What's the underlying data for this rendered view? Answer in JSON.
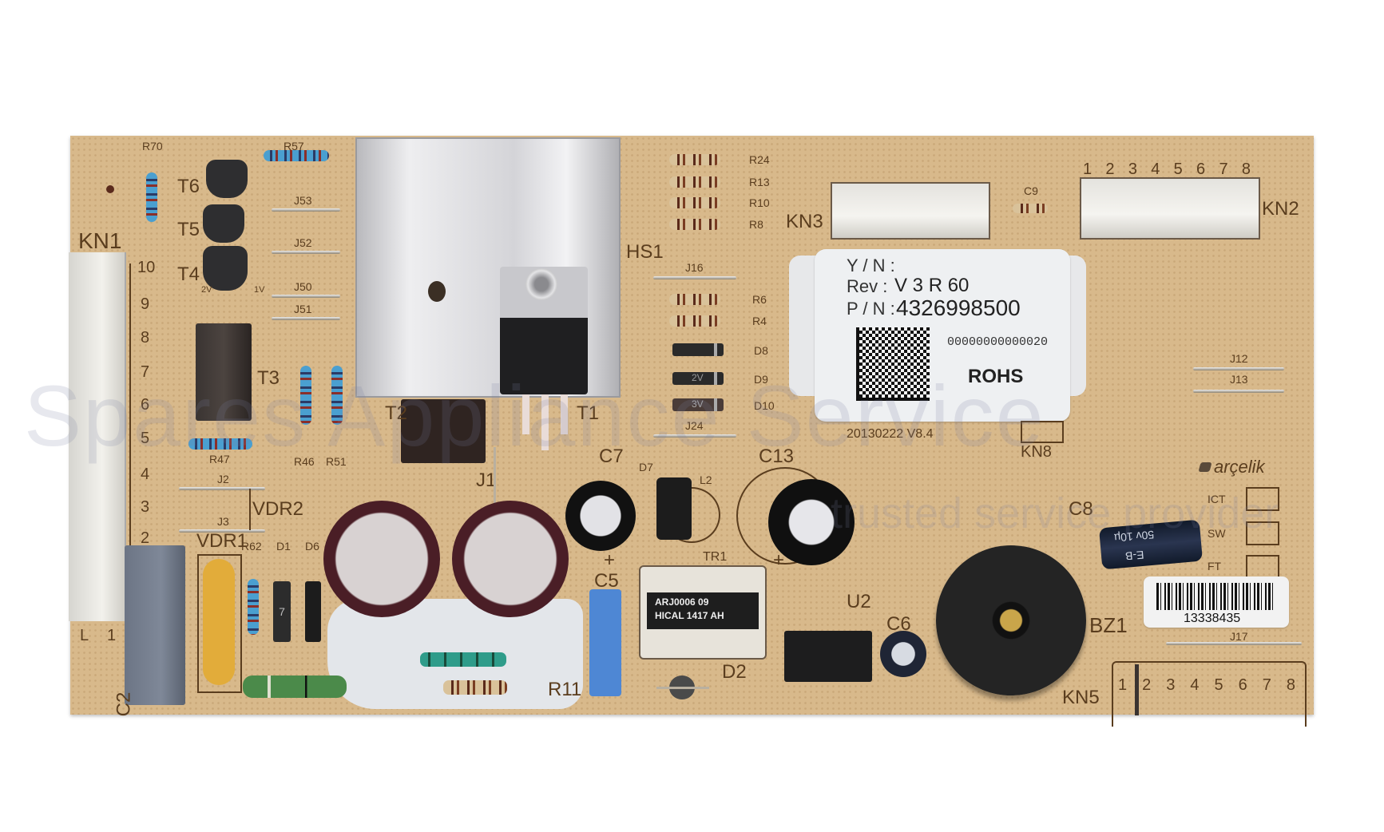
{
  "board": {
    "brand": "arçelik",
    "pcb_code": "20130222  V8.4"
  },
  "designators": {
    "KN1": "KN1",
    "KN2": "KN2",
    "KN3": "KN3",
    "KN5": "KN5",
    "KN8": "KN8",
    "R70": "R70",
    "R57": "R57",
    "T6": "T6",
    "T5": "T5",
    "T4": "T4",
    "T3": "T3",
    "T2": "T2",
    "T1": "T1",
    "J53": "J53",
    "J52": "J52",
    "J50": "J50",
    "J51": "J51",
    "R46": "R46",
    "R51": "R51",
    "R47": "R47",
    "HS1": "HS1",
    "R24": "R24",
    "R13": "R13",
    "R10": "R10",
    "R8": "R8",
    "J16": "J16",
    "R6": "R6",
    "R4": "R4",
    "D8": "D8",
    "D9": "D9",
    "D10": "D10",
    "J24": "J24",
    "C9": "C9",
    "J12": "J12",
    "J13": "J13",
    "J17": "J17",
    "J1": "J1",
    "J2": "J2",
    "J3": "J3",
    "VDR1": "VDR1",
    "VDR2": "VDR2",
    "R62": "R62",
    "D1": "D1",
    "D6": "D6",
    "C2": "C2",
    "R11": "R11",
    "C5": "C5",
    "C7": "C7",
    "D7": "D7",
    "L2": "L2",
    "C13": "C13",
    "TR1": "TR1",
    "D2": "D2",
    "U2": "U2",
    "C6": "C6",
    "C8": "C8",
    "BZ1": "BZ1"
  },
  "kn1_pins": [
    "10",
    "9",
    "8",
    "7",
    "6",
    "5",
    "4",
    "3",
    "2",
    "1"
  ],
  "kn1_line_label": "L",
  "kn2_pins": [
    "1",
    "2",
    "3",
    "4",
    "5",
    "6",
    "7",
    "8"
  ],
  "kn5_pins": [
    "1",
    "2",
    "3",
    "4",
    "5",
    "6",
    "7",
    "8"
  ],
  "transistor_marks": {
    "pin1": "1V",
    "pin2": "2V"
  },
  "sticker": {
    "yn_label": "Y / N :",
    "rev_label": "Rev :",
    "rev_value": "V 3 R 60",
    "pn_label": "P / N :",
    "pn_value": "4326998500",
    "serial": "00000000000020",
    "rohs": "ROHS"
  },
  "barcode_label": {
    "number": "13338435"
  },
  "test_boxes": [
    "ICT",
    "SW",
    "FT"
  ],
  "transformer_marking": [
    "ARJ0006 09",
    "HICAL 1417 AH"
  ],
  "capacitor_marking": {
    "c8_rating": "50v 10µ",
    "c8_series": "E-B"
  },
  "diode_marks": {
    "d9": "2V",
    "d10": "3V",
    "d1": "7"
  },
  "watermark": {
    "line1": "Spares Appliance Service",
    "line2": "trusted service provider"
  },
  "colors": {
    "board": "#d8b98b",
    "silkscreen": "#5a3d1e",
    "heatsink": "#d9d9dc",
    "connector": "#ecebe6",
    "sticker": "#eef0f2"
  }
}
